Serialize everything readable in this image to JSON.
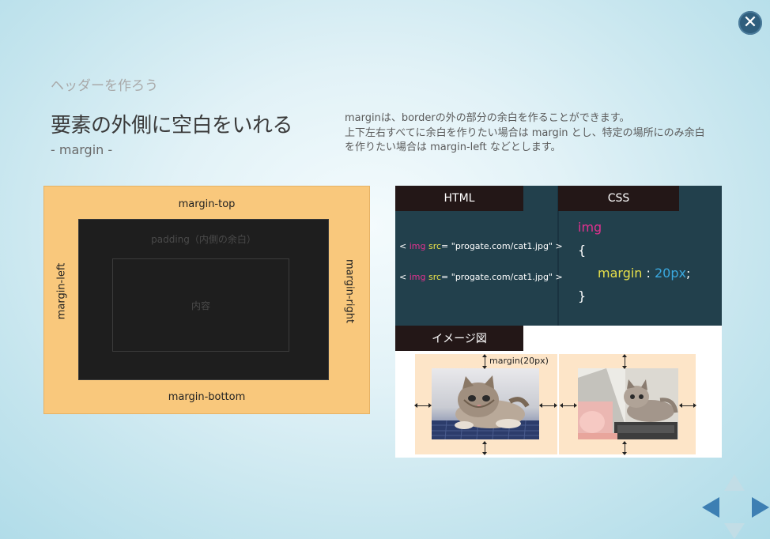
{
  "slide": {
    "section_label": "ヘッダーを作ろう",
    "title": "要素の外側に空白をいれる",
    "subtitle": "- margin -",
    "description": [
      "marginは、borderの外の部分の余白を作ることができます。",
      "上下左右すべてに余白を作りたい場合は margin とし、特定の場所にのみ余白",
      "を作りたい場合は margin-left などとします。"
    ]
  },
  "box_model": {
    "margin_top": "margin-top",
    "margin_bottom": "margin-bottom",
    "margin_left": "margin-left",
    "margin_right": "margin-right",
    "padding_label": "padding（内側の余白）",
    "content_label": "内容"
  },
  "code": {
    "html_tab": "HTML",
    "css_tab": "CSS",
    "html_lines": [
      {
        "open": "< ",
        "tag": "img",
        "attr": "src",
        "rest": "= \"progate.com/cat1.jpg\"  >"
      },
      {
        "open": "< ",
        "tag": "img",
        "attr": "src",
        "rest": "= \"progate.com/cat1.jpg\"  >"
      }
    ],
    "css": {
      "selector": "img",
      "open_brace": "{",
      "property": "margin",
      "colon": " : ",
      "value": "20px",
      "semicolon": ";",
      "close_brace": "}"
    }
  },
  "image_panel": {
    "tab": "イメージ図",
    "margin_note": "margin(20px)",
    "images": [
      "cat-on-keyboard-photo",
      "cat-by-laptop-photo"
    ]
  },
  "nav": {
    "close_icon": "close-icon",
    "prev_icon": "prev-arrow-icon",
    "next_icon": "next-arrow-icon",
    "accent_color": "#3d7fb3"
  }
}
